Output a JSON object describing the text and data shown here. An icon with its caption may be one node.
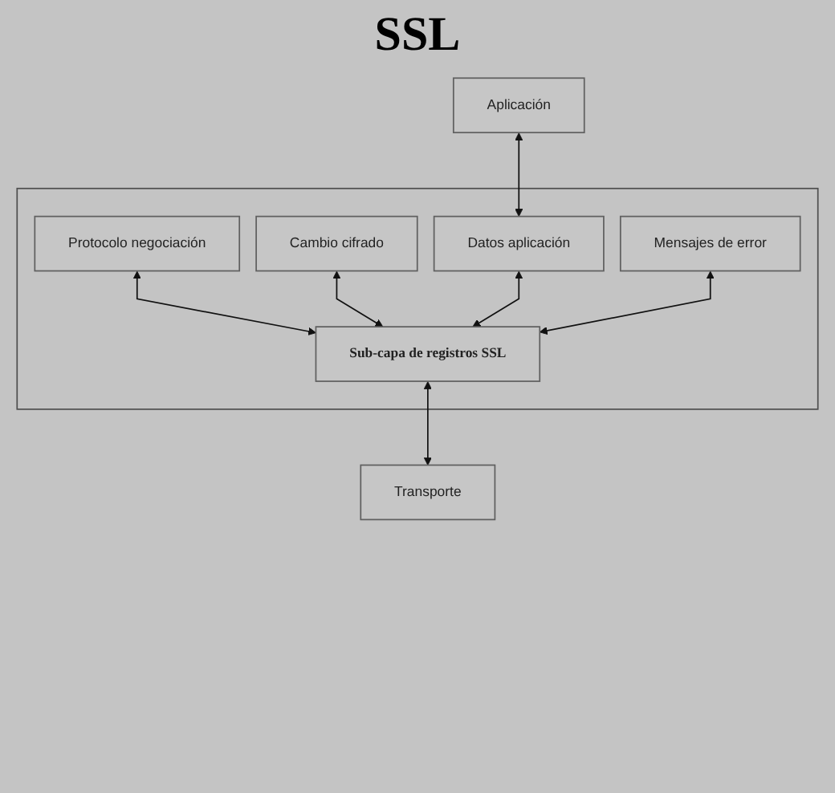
{
  "diagram": {
    "title": "SSL",
    "nodes": [
      {
        "text": [
          "Aplicación"
        ]
      },
      {
        "text": [],
        "shape": "box"
      },
      {
        "text": [
          "Protocolo negociación"
        ],
        "in": 1
      },
      {
        "text": [
          "Cambio cifrado"
        ],
        "in": 1
      },
      {
        "text": [
          "Datos aplicación"
        ],
        "in": 1
      },
      {
        "text": [
          "Mensajes de error"
        ],
        "in": 1
      },
      {
        "text": [
          "Sub-capa de registros SSL"
        ],
        "in": 1
      },
      {
        "text": [
          "Transporte"
        ]
      }
    ],
    "edges": [
      {
        "from": 0,
        "to": 4,
        "arrow": "both"
      },
      {
        "from": 2,
        "to": 6,
        "arrow": "both"
      },
      {
        "from": 3,
        "to": 6,
        "arrow": "both"
      },
      {
        "from": 4,
        "to": 6,
        "arrow": "both"
      },
      {
        "from": 5,
        "to": 6,
        "arrow": "both"
      },
      {
        "from": 6,
        "to": 7,
        "arrow": "both"
      }
    ]
  }
}
